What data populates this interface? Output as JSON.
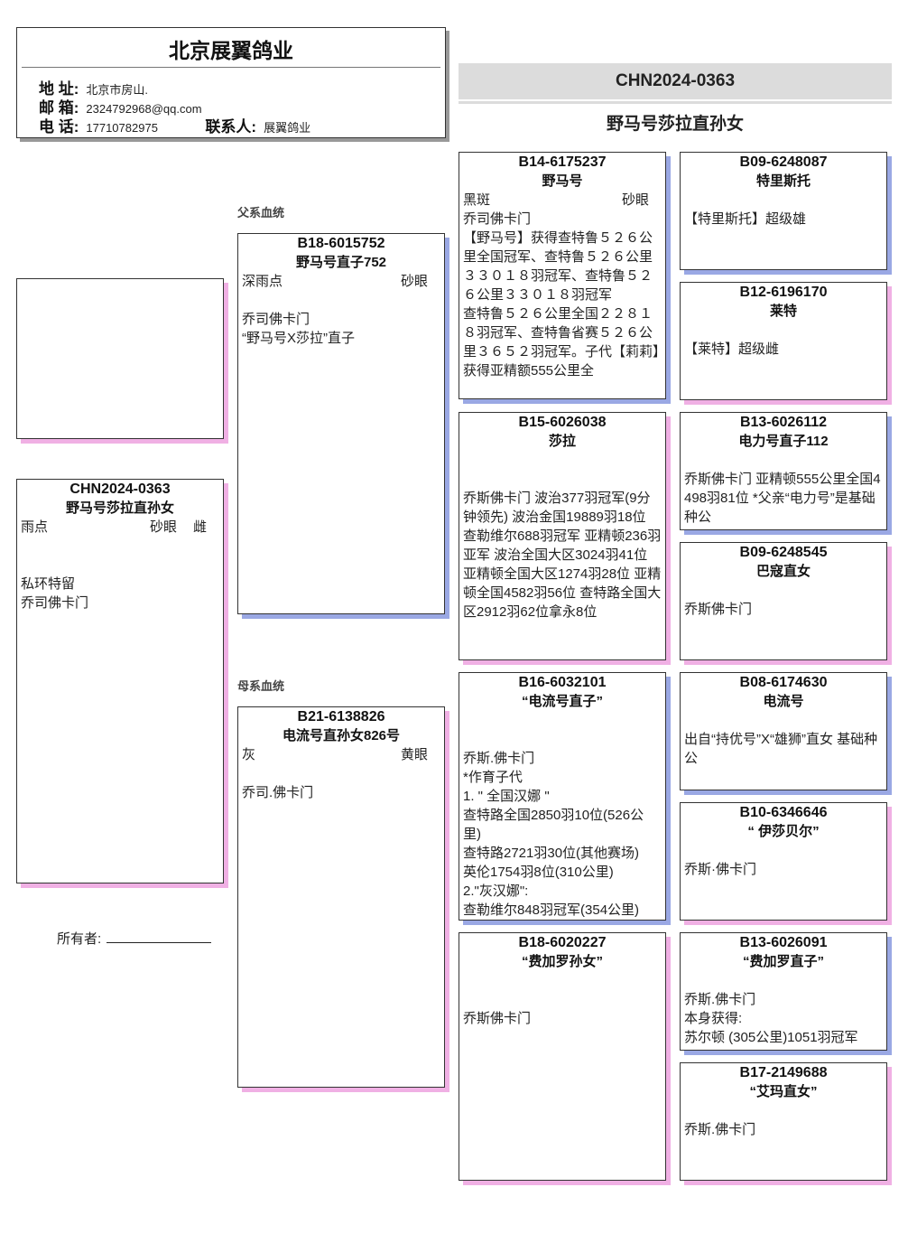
{
  "header": {
    "title": "北京展翼鸽业",
    "address_label": "地 址:",
    "address": "北京市房山.",
    "email_label": "邮 箱:",
    "email": "2324792968@qq.com",
    "phone_label": "电 话:",
    "phone": "17710782975",
    "contact_label": "联系人:",
    "contact": "展翼鸽业"
  },
  "banner": {
    "ring": "CHN2024-0363",
    "name": "野马号莎拉直孙女"
  },
  "sections": {
    "sire_line": "父系血统",
    "dam_line": "母系血统"
  },
  "owner": {
    "label": "所有者:"
  },
  "colors": {
    "male_shadow": "#9aa8e4",
    "female_shadow": "#f0b0e4"
  },
  "birds": {
    "subject": {
      "ring": "CHN2024-0363",
      "name": "野马号莎拉直孙女",
      "color": "雨点",
      "eye": "砂眼",
      "sex": "雌",
      "notes": "\n\n私环特留\n乔司佛卡门",
      "gender": "female"
    },
    "sire": {
      "ring": "B18-6015752",
      "name": "野马号直子752",
      "color": "深雨点",
      "eye": "砂眼",
      "notes": "\n乔司佛卡门\n“野马号X莎拉”直子",
      "gender": "male"
    },
    "dam": {
      "ring": "B21-6138826",
      "name": "电流号直孙女826号",
      "color": "灰",
      "eye": "黄眼",
      "notes": "\n乔司.佛卡门",
      "gender": "female"
    },
    "ss": {
      "ring": "B14-6175237",
      "name": "野马号",
      "color": "黑斑",
      "eye": "砂眼",
      "notes": "乔司佛卡门\n【野马号】获得查特鲁５２６公里全国冠军、查特鲁５２６公里３３０１８羽冠军、查特鲁５２６公里３３０１８羽冠军\n查特鲁５２６公里全国２２８１８羽冠军、查特鲁省赛５２６公里３６５２羽冠军。子代【莉莉】获得亚精额555公里全",
      "gender": "male"
    },
    "sd": {
      "ring": "B15-6026038",
      "name": "莎拉",
      "notes": "\n\n乔斯佛卡门 波治377羽冠军(9分钟领先) 波治金国19889羽18位 查勒维尔688羽冠军 亚精顿236羽亚军 波治全国大区3024羽41位\n亚精顿全国大区1274羽28位 亚精顿全国4582羽56位 查特路全国大区2912羽62位拿永8位",
      "gender": "female"
    },
    "ds": {
      "ring": "B16-6032101",
      "name": "“电流号直子”",
      "notes": "\n\n乔斯.佛卡门\n*作育子代\n1. \" 全国汉娜 \"\n查特路全国2850羽10位(526公里)\n查特路2721羽30位(其他赛场)\n英伦1754羽8位(310公里)\n2.\"灰汉娜\":\n查勒维尔848羽冠军(354公里)",
      "gender": "male"
    },
    "dd": {
      "ring": "B18-6020227",
      "name": "“费加罗孙女”",
      "notes": "\n\n乔斯佛卡门",
      "gender": "female"
    },
    "sss": {
      "ring": "B09-6248087",
      "name": "特里斯托",
      "notes": "\n【特里斯托】超级雄",
      "gender": "male"
    },
    "ssd": {
      "ring": "B12-6196170",
      "name": "莱特",
      "notes": "\n【莱特】超级雌",
      "gender": "female"
    },
    "sds": {
      "ring": "B13-6026112",
      "name": "电力号直子112",
      "notes": "\n乔斯佛卡门 亚精顿555公里全国4498羽81位 *父亲“电力号”是基础种公",
      "gender": "male"
    },
    "sdd": {
      "ring": "B09-6248545",
      "name": "巴寇直女",
      "notes": "\n乔斯佛卡门",
      "gender": "female"
    },
    "dss": {
      "ring": "B08-6174630",
      "name": "电流号",
      "notes": "\n出自“持优号”X“雄狮”直女 基础种公",
      "gender": "male"
    },
    "dsd": {
      "ring": "B10-6346646",
      "name": "“ 伊莎贝尔”",
      "notes": "\n乔斯·佛卡门",
      "gender": "female"
    },
    "dds": {
      "ring": "B13-6026091",
      "name": "“费加罗直子”",
      "notes": "\n乔斯.佛卡门\n本身获得:\n苏尔顿 (305公里)1051羽冠军",
      "gender": "male"
    },
    "ddd": {
      "ring": "B17-2149688",
      "name": "“艾玛直女”",
      "notes": "\n乔斯.佛卡门",
      "gender": "female"
    }
  }
}
